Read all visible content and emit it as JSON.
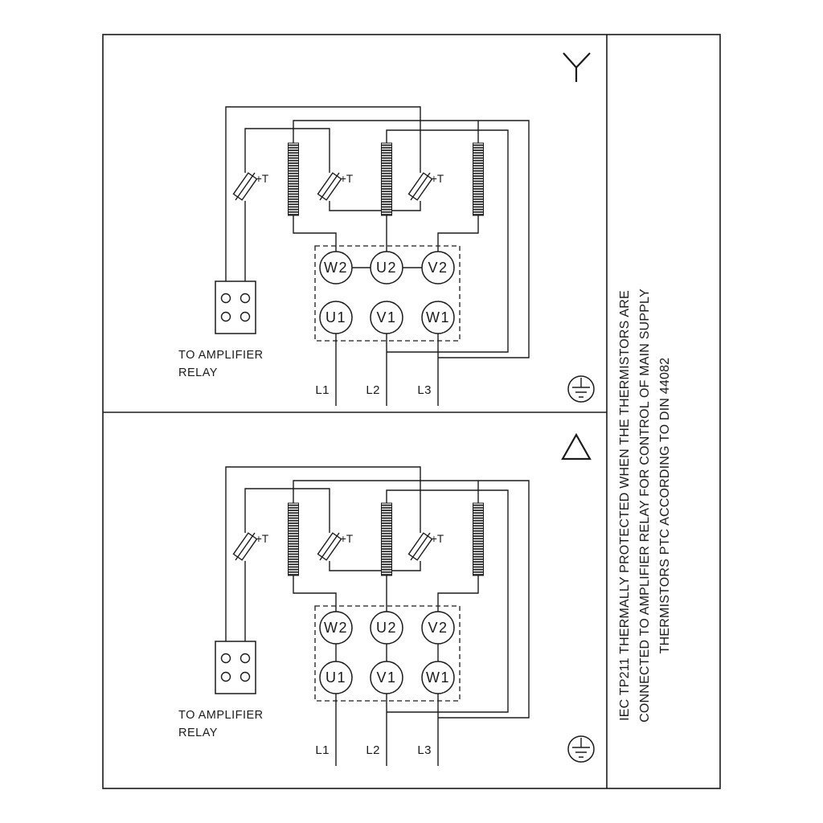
{
  "diagram": {
    "side_note": {
      "line1": "IEC TP211 THERMALLY PROTECTED WHEN THE THERMISTORS ARE",
      "line2": "CONNECTED TO AMPLIFIER RELAY FOR CONTROL OF MAIN SUPPLY",
      "line3": "THERMISTORS PTC ACCORDING TO DIN 44082"
    },
    "panels": [
      {
        "connection": "star",
        "symbol_icon": "star-connection-icon",
        "thermistor_label": "+T",
        "relay_note": {
          "line1": "TO AMPLIFIER",
          "line2": "RELAY"
        },
        "terminals": {
          "top_row": [
            "W2",
            "U2",
            "V2"
          ],
          "bottom_row": [
            "U1",
            "V1",
            "W1"
          ]
        },
        "phases": [
          "L1",
          "L2",
          "L3"
        ]
      },
      {
        "connection": "delta",
        "symbol_icon": "delta-connection-icon",
        "thermistor_label": "+T",
        "relay_note": {
          "line1": "TO AMPLIFIER",
          "line2": "RELAY"
        },
        "terminals": {
          "top_row": [
            "W2",
            "U2",
            "V2"
          ],
          "bottom_row": [
            "U1",
            "V1",
            "W1"
          ]
        },
        "phases": [
          "L1",
          "L2",
          "L3"
        ]
      }
    ],
    "colors": {
      "line": "#1b1b1b",
      "background": "#ffffff"
    }
  }
}
